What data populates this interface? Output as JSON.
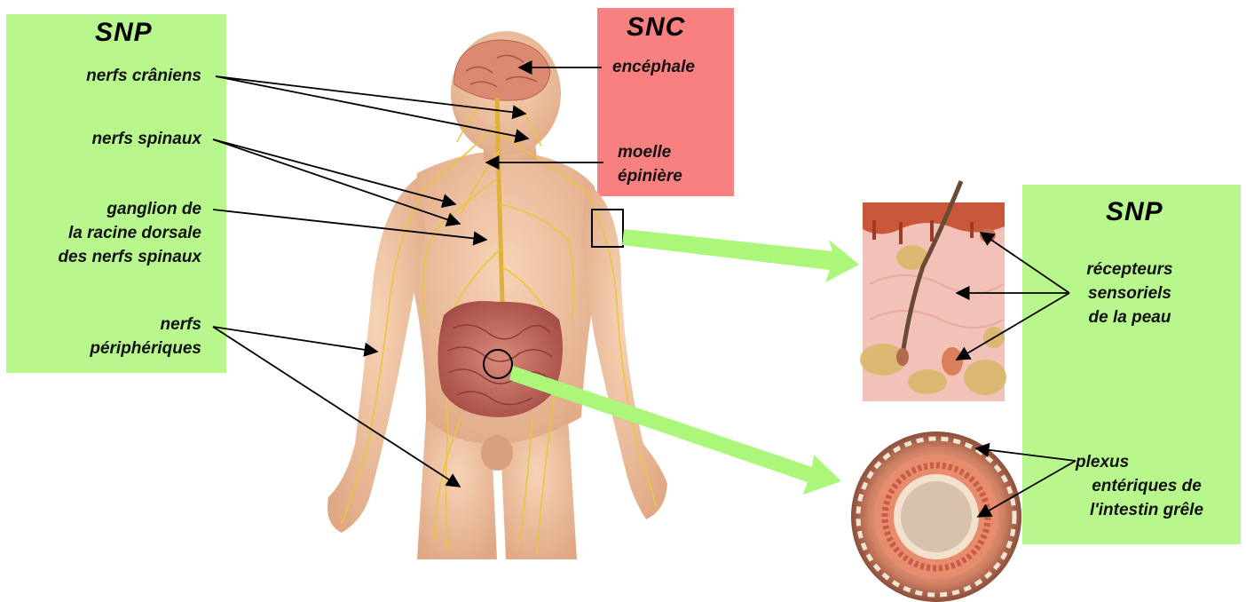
{
  "panels": {
    "snp_left_title": "SNP",
    "snc_title": "SNC",
    "snp_right_title": "SNP"
  },
  "labels": {
    "nerfs_craniens": "nerfs crâniens",
    "nerfs_spinaux": "nerfs spinaux",
    "ganglion_1": "ganglion de",
    "ganglion_2": "la racine dorsale",
    "ganglion_3": "des nerfs spinaux",
    "nerfs_periph_1": "nerfs",
    "nerfs_periph_2": "périphériques",
    "encephale": "encéphale",
    "moelle_1": "moelle",
    "moelle_2": "épinière",
    "recepteurs_1": "récepteurs",
    "recepteurs_2": "sensoriels",
    "recepteurs_3": "de la peau",
    "plexus_1": "plexus",
    "plexus_2": "entériques de",
    "plexus_3": "l'intestin grêle"
  },
  "colors": {
    "snp_green": "#b8f78c",
    "snc_red": "#f98080",
    "pointer_green": "#aaf77a",
    "skin": "#f2c9a8",
    "nerve_yellow": "#e9c63c"
  }
}
